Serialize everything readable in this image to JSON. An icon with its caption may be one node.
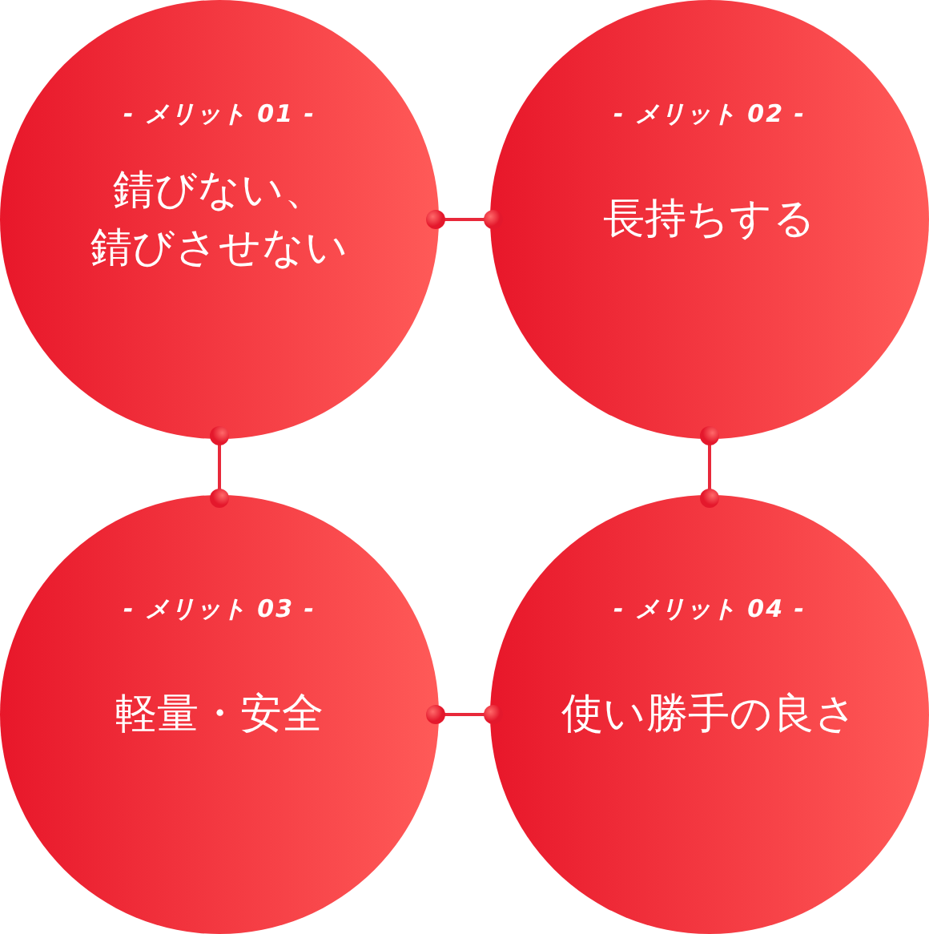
{
  "diagram": {
    "nodes": [
      {
        "text": [
          "- メリット 01 -",
          "錆びない、錆びさせない"
        ]
      },
      {
        "text": [
          "- メリット 02 -",
          "長持ちする"
        ]
      },
      {
        "text": [
          "- メリット 03 -",
          "軽量・安全"
        ]
      },
      {
        "text": [
          "- メリット 04 -",
          "使い勝手の良さ"
        ]
      }
    ],
    "edges": [
      {
        "from": 0,
        "to": 1,
        "arrow": "other"
      },
      {
        "from": 0,
        "to": 2,
        "arrow": "other"
      },
      {
        "from": 1,
        "to": 3,
        "arrow": "other"
      },
      {
        "from": 2,
        "to": 3,
        "arrow": "other"
      }
    ]
  }
}
